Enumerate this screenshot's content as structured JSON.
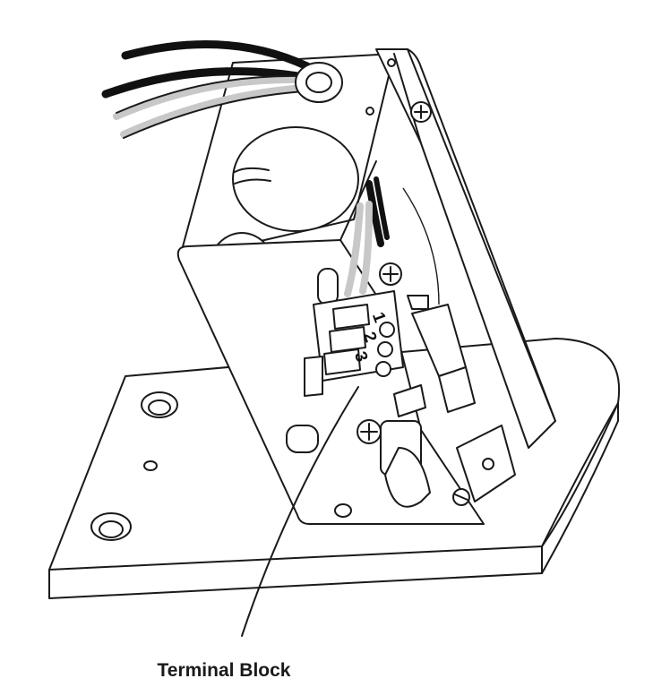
{
  "callout": {
    "label": "Terminal Block"
  },
  "terminal_numbers": [
    "1",
    "2",
    "3"
  ],
  "colors": {
    "line": "#1a1a1a",
    "wire_black": "#111111",
    "wire_gray": "#c8c8c8",
    "background": "#ffffff"
  }
}
